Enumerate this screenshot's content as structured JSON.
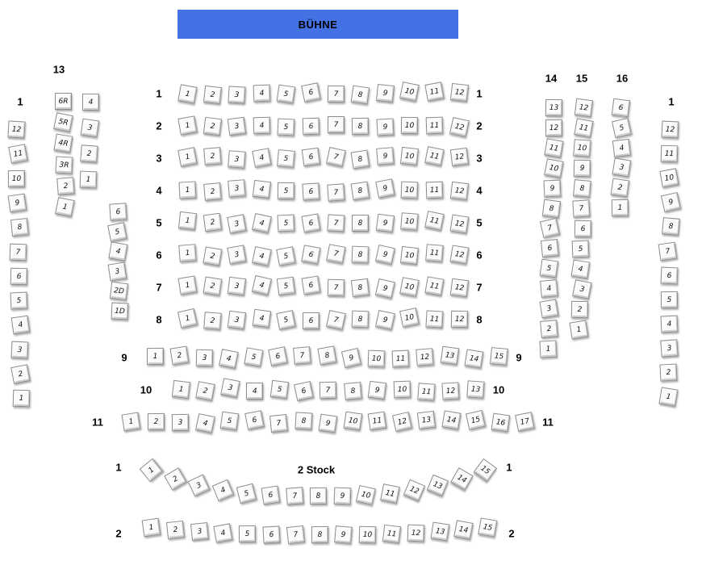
{
  "stage": {
    "label": "BÜHNE"
  },
  "section_label": "2 Stock",
  "colors": {
    "stage_blue": "#4472e4",
    "seat_border": "#8c8c8c",
    "text": "#000000"
  },
  "groups": [
    {
      "id": "gallery13-col-a",
      "heading": "13",
      "seats": [
        "6R",
        "5R",
        "4R",
        "3R",
        "2",
        "1"
      ]
    },
    {
      "id": "gallery13-col-b",
      "seats": [
        "4",
        "3",
        "2",
        "1"
      ]
    },
    {
      "id": "left-wall",
      "heading": "1",
      "seats": [
        "12",
        "11",
        "10",
        "9",
        "8",
        "7",
        "6",
        "5",
        "4",
        "3",
        "2",
        "1"
      ]
    },
    {
      "id": "row-1",
      "left_label": "1",
      "right_label": "1",
      "seats": [
        "1",
        "2",
        "3",
        "4",
        "5",
        "6",
        "7",
        "8",
        "9",
        "10",
        "11",
        "12"
      ]
    },
    {
      "id": "row-2",
      "left_label": "2",
      "right_label": "2",
      "seats": [
        "1",
        "2",
        "3",
        "4",
        "5",
        "6",
        "7",
        "8",
        "9",
        "10",
        "11",
        "12"
      ]
    },
    {
      "id": "row-3",
      "left_label": "3",
      "right_label": "3",
      "seats": [
        "1",
        "2",
        "3",
        "4",
        "5",
        "6",
        "7",
        "8",
        "9",
        "10",
        "11",
        "12"
      ]
    },
    {
      "id": "row-4",
      "left_label": "4",
      "right_label": "4",
      "seats": [
        "1",
        "2",
        "3",
        "4",
        "5",
        "6",
        "7",
        "8",
        "9",
        "10",
        "11",
        "12"
      ]
    },
    {
      "id": "row-5",
      "left_label": "5",
      "right_label": "5",
      "seats": [
        "1",
        "2",
        "3",
        "4",
        "5",
        "6",
        "7",
        "8",
        "9",
        "10",
        "11",
        "12"
      ]
    },
    {
      "id": "row-6",
      "left_label": "6",
      "right_label": "6",
      "seats": [
        "1",
        "2",
        "3",
        "4",
        "5",
        "6",
        "7",
        "8",
        "9",
        "10",
        "11",
        "12"
      ]
    },
    {
      "id": "row-7",
      "left_label": "7",
      "right_label": "7",
      "seats": [
        "1",
        "2",
        "3",
        "4",
        "5",
        "6",
        "7",
        "8",
        "9",
        "10",
        "11",
        "12"
      ]
    },
    {
      "id": "row-8",
      "left_label": "8",
      "right_label": "8",
      "seats": [
        "1",
        "2",
        "3",
        "4",
        "5",
        "6",
        "7",
        "8",
        "9",
        "10",
        "11",
        "12"
      ]
    },
    {
      "id": "left-mid",
      "seats": [
        "6",
        "5",
        "4",
        "3",
        "2D",
        "1D"
      ]
    },
    {
      "id": "row-9",
      "left_label": "9",
      "right_label": "9",
      "seats": [
        "1",
        "2",
        "3",
        "4",
        "5",
        "6",
        "7",
        "8",
        "9",
        "10",
        "11",
        "12",
        "13",
        "14",
        "15"
      ]
    },
    {
      "id": "row-10",
      "left_label": "10",
      "right_label": "10",
      "seats": [
        "1",
        "2",
        "3",
        "4",
        "5",
        "6",
        "7",
        "8",
        "9",
        "10",
        "11",
        "12",
        "13"
      ]
    },
    {
      "id": "row-11",
      "left_label": "11",
      "right_label": "11",
      "seats": [
        "1",
        "2",
        "3",
        "4",
        "5",
        "6",
        "7",
        "8",
        "9",
        "10",
        "11",
        "12",
        "13",
        "14",
        "15",
        "16",
        "17"
      ]
    },
    {
      "id": "stock-row-1",
      "left_label": "1",
      "right_label": "1",
      "seats": [
        "1",
        "2",
        "3",
        "4",
        "5",
        "6",
        "7",
        "8",
        "9",
        "10",
        "11",
        "12",
        "13",
        "14",
        "15"
      ]
    },
    {
      "id": "stock-row-2",
      "left_label": "2",
      "right_label": "2",
      "seats": [
        "1",
        "2",
        "3",
        "4",
        "5",
        "6",
        "7",
        "8",
        "9",
        "10",
        "11",
        "12",
        "13",
        "14",
        "15"
      ]
    },
    {
      "id": "right-col-14",
      "heading": "14",
      "seats": [
        "13",
        "12",
        "11",
        "10",
        "9",
        "8",
        "7",
        "6",
        "5",
        "4",
        "3",
        "2",
        "1"
      ]
    },
    {
      "id": "right-col-15",
      "heading": "15",
      "seats": [
        "12",
        "11",
        "10",
        "9",
        "8",
        "7",
        "6",
        "5",
        "4",
        "3",
        "2",
        "1"
      ]
    },
    {
      "id": "right-col-16",
      "heading": "16",
      "seats": [
        "6",
        "5",
        "4",
        "3",
        "2",
        "1"
      ]
    },
    {
      "id": "right-wall",
      "heading": "1",
      "seats": [
        "12",
        "11",
        "10",
        "9",
        "8",
        "7",
        "6",
        "5",
        "4",
        "3",
        "2",
        "1"
      ]
    }
  ]
}
